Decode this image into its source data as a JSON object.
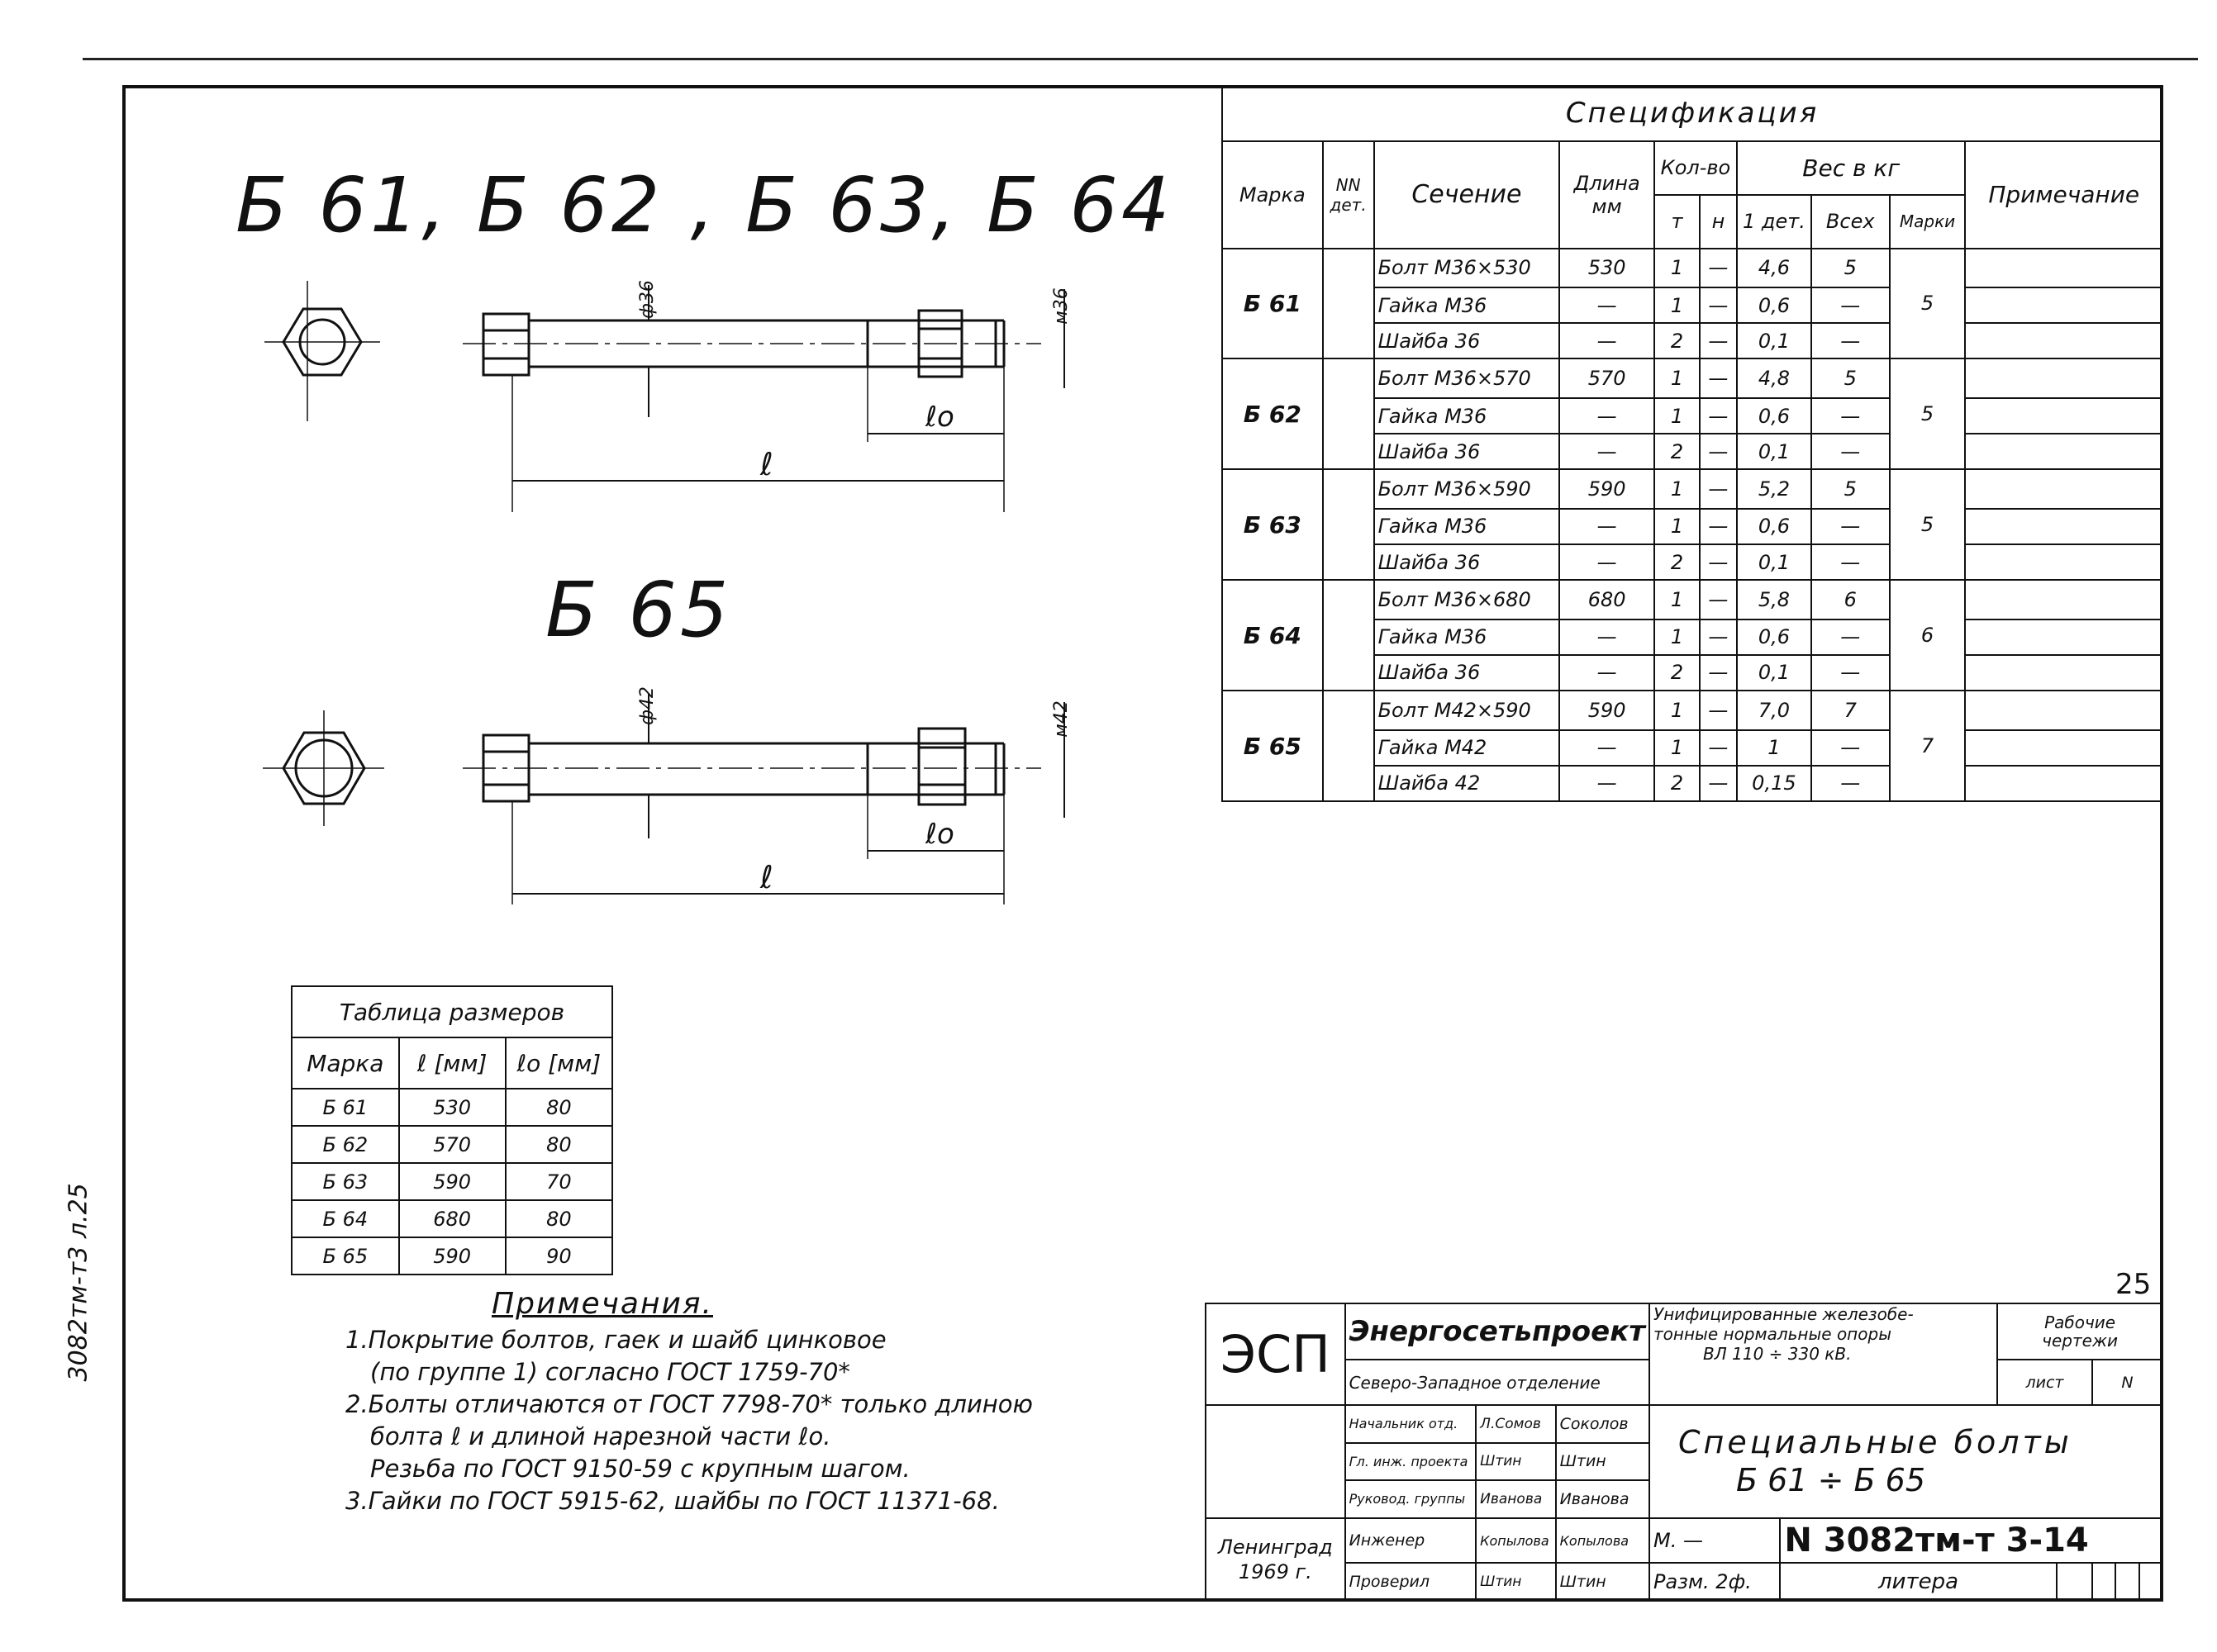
{
  "titles": {
    "group1": "Б 61, Б 62 , Б 63, Б 64",
    "group2": "Б 65"
  },
  "drawing_labels": {
    "d36": "ф36",
    "m36": "м36",
    "d42": "ф42",
    "m42": "м42",
    "l": "ℓ",
    "l0": "ℓo"
  },
  "spec": {
    "title": "Спецификация",
    "headers": {
      "marka": "Марка",
      "nn": "NN дет.",
      "sechenie": "Сечение",
      "dlina": "Длина мм",
      "kolvo": "Кол-во",
      "t": "т",
      "n": "н",
      "ves": "Вес в кг",
      "odet": "1 дет.",
      "vsekh": "Всех",
      "marki": "Марки",
      "primechanie": "Примечание"
    },
    "groups": [
      {
        "mark": "Б 61",
        "total": "5",
        "rows": [
          {
            "name": "Болт М36×530",
            "len": "530",
            "t": "1",
            "n": "—",
            "w1": "4,6",
            "wall": "5"
          },
          {
            "name": "Гайка М36",
            "len": "—",
            "t": "1",
            "n": "—",
            "w1": "0,6",
            "wall": "—"
          },
          {
            "name": "Шайба 36",
            "len": "—",
            "t": "2",
            "n": "—",
            "w1": "0,1",
            "wall": "—"
          }
        ]
      },
      {
        "mark": "Б 62",
        "total": "5",
        "rows": [
          {
            "name": "Болт М36×570",
            "len": "570",
            "t": "1",
            "n": "—",
            "w1": "4,8",
            "wall": "5"
          },
          {
            "name": "Гайка М36",
            "len": "—",
            "t": "1",
            "n": "—",
            "w1": "0,6",
            "wall": "—"
          },
          {
            "name": "Шайба 36",
            "len": "—",
            "t": "2",
            "n": "—",
            "w1": "0,1",
            "wall": "—"
          }
        ]
      },
      {
        "mark": "Б 63",
        "total": "5",
        "rows": [
          {
            "name": "Болт М36×590",
            "len": "590",
            "t": "1",
            "n": "—",
            "w1": "5,2",
            "wall": "5"
          },
          {
            "name": "Гайка М36",
            "len": "—",
            "t": "1",
            "n": "—",
            "w1": "0,6",
            "wall": "—"
          },
          {
            "name": "Шайба 36",
            "len": "—",
            "t": "2",
            "n": "—",
            "w1": "0,1",
            "wall": "—"
          }
        ]
      },
      {
        "mark": "Б 64",
        "total": "6",
        "rows": [
          {
            "name": "Болт М36×680",
            "len": "680",
            "t": "1",
            "n": "—",
            "w1": "5,8",
            "wall": "6"
          },
          {
            "name": "Гайка М36",
            "len": "—",
            "t": "1",
            "n": "—",
            "w1": "0,6",
            "wall": "—"
          },
          {
            "name": "Шайба 36",
            "len": "—",
            "t": "2",
            "n": "—",
            "w1": "0,1",
            "wall": "—"
          }
        ]
      },
      {
        "mark": "Б 65",
        "total": "7",
        "rows": [
          {
            "name": "Болт М42×590",
            "len": "590",
            "t": "1",
            "n": "—",
            "w1": "7,0",
            "wall": "7"
          },
          {
            "name": "Гайка М42",
            "len": "—",
            "t": "1",
            "n": "—",
            "w1": "1",
            "wall": "—"
          },
          {
            "name": "Шайба 42",
            "len": "—",
            "t": "2",
            "n": "—",
            "w1": "0,15",
            "wall": "—"
          }
        ]
      }
    ]
  },
  "dimtable": {
    "title": "Таблица размеров",
    "headers": [
      "Марка",
      "ℓ [мм]",
      "ℓo [мм]"
    ],
    "rows": [
      [
        "Б 61",
        "530",
        "80"
      ],
      [
        "Б 62",
        "570",
        "80"
      ],
      [
        "Б 63",
        "590",
        "70"
      ],
      [
        "Б 64",
        "680",
        "80"
      ],
      [
        "Б 65",
        "590",
        "90"
      ]
    ]
  },
  "notes": {
    "title": "Примечания.",
    "lines": [
      "1.Покрытие болтов, гаек и шайб цинковое",
      "(по группе 1) согласно ГОСТ 1759-70*",
      "2.Болты отличаются от ГОСТ 7798-70* только длиною",
      "болта ℓ и длиной нарезной части ℓo.",
      "Резьба по ГОСТ 9150-59 с крупным шагом.",
      "3.Гайки по ГОСТ 5915-62, шайбы по ГОСТ 11371-68."
    ]
  },
  "side_code": "3082тм-т3 л.25",
  "sheet_number": "25",
  "stamp": {
    "logo": "ЭСП",
    "org": "Энергосетьпроект",
    "branch": "Северо-Западное отделение",
    "project": [
      "Унифицированные железобе-",
      "тонные нормальные опоры",
      "ВЛ 110 ÷ 330 кВ."
    ],
    "stage": [
      "Рабочие",
      "чертежи"
    ],
    "sheet_label": "лист",
    "sheet_value": "N",
    "title_lines": [
      "Специальные болты",
      "Б 61 ÷ Б 65"
    ],
    "roles": [
      {
        "role": "Начальник отд.",
        "sign": "Л.Сомов",
        "name": "Соколов"
      },
      {
        "role": "Гл. инж. проекта",
        "sign": "Штин",
        "name": "Штин"
      },
      {
        "role": "Руковод. группы",
        "sign": "Иванова",
        "name": "Иванова"
      },
      {
        "role": "Инженер",
        "sign": "Копылова",
        "name": "Копылова"
      },
      {
        "role": "Проверил",
        "sign": "Штин",
        "name": "Штин"
      }
    ],
    "city": "Ленинград",
    "year": "1969 г.",
    "scale_label": "М. —",
    "number": "N 3082тм-т 3-14",
    "size": "Разм. 2ф.",
    "litera": "литера"
  }
}
